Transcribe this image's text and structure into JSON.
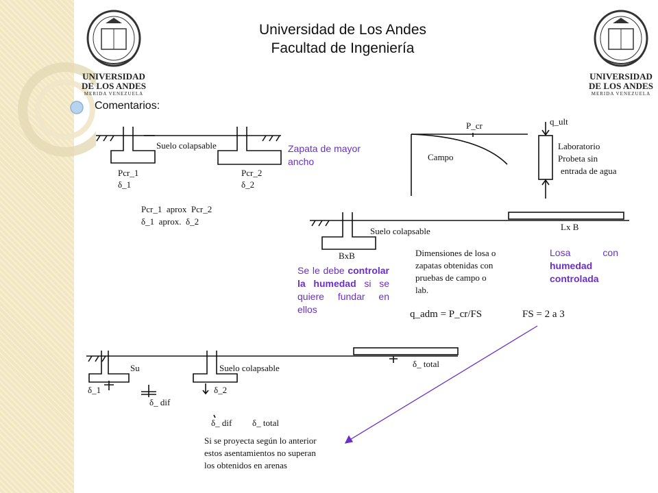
{
  "header": {
    "university": "Universidad de Los Andes",
    "faculty": "Facultad de Ingeniería"
  },
  "logo": {
    "line1": "UNIVERSIDAD",
    "line2": "DE LOS ANDES",
    "line3": "MERIDA VENEZUELA"
  },
  "comentarios": "Comentarios:",
  "notes": {
    "zapata": "Zapata de mayor ancho",
    "se_le_debe_pre": "Se le debe",
    "se_le_debe_bold": "controlar la humedad",
    "se_le_debe_post": "si se quiere fundar en ellos",
    "losa_pre": "Losa con",
    "losa_bold": "humedad controlada"
  },
  "diagram1": {
    "soil": "Suelo colapsable",
    "pcr1": "Pcr_1",
    "d1": "δ_1",
    "pcr2": "Pcr_2",
    "d2": "δ_2",
    "cmp1": "Pcr_1  aprox  Pcr_2",
    "cmp2": "δ_1  aprox.  δ_2"
  },
  "diagram2": {
    "pcr": "P_cr",
    "campo": "Campo",
    "qult": "q_ult",
    "lab1": "Laboratorio",
    "lab2": "Probeta sin",
    "lab3": "entrada de agua"
  },
  "diagram3": {
    "soil": "Suelo colapsable",
    "lxb": "Lx B",
    "bxb": "BxB",
    "dim1": "Dimensiones de losa o",
    "dim2": "zapatas obtenidas con",
    "dim3": "pruebas de campo o",
    "dim4": "lab.",
    "qadm": "q_adm = P_cr/FS",
    "fs": "FS = 2 a 3"
  },
  "diagram4": {
    "su": "Su",
    "soil": "Suelo colapsable",
    "d1": "δ_1",
    "d2": "δ_2",
    "ddif": "δ_ dif",
    "dtotal": "δ_ total",
    "ddif2": "δ_ dif",
    "dtotal2": "δ_ total",
    "c1": "Si se proyecta según lo anterior",
    "c2": "estos asentamientos no superan",
    "c3": "los obtenidos en arenas"
  }
}
